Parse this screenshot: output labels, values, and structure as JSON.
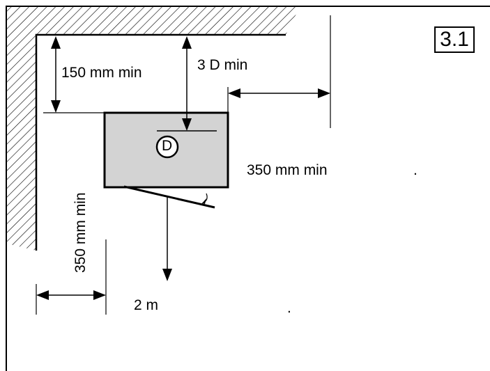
{
  "figure_number": "3.1",
  "labels": {
    "top_clearance": "150 mm min",
    "front_clearance": "3 D min",
    "side_clearance": "350 mm min",
    "side_clearance_dot": ".",
    "rear_clearance": "350 mm min",
    "floor_height": "2 m",
    "floor_height_dot": ".",
    "unit_symbol": "D"
  }
}
